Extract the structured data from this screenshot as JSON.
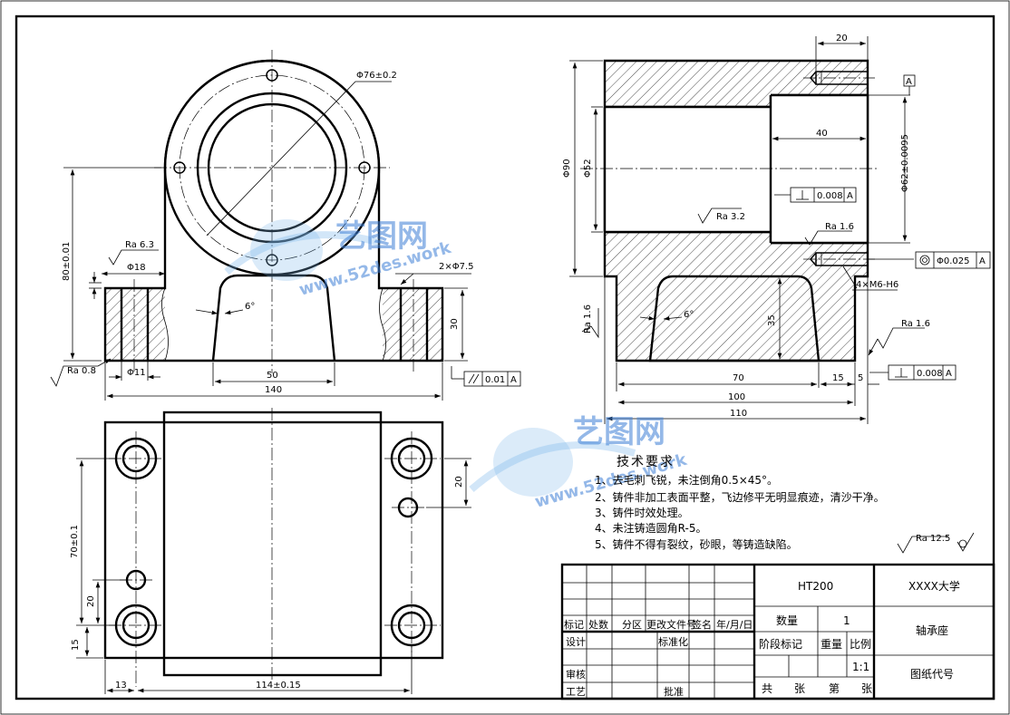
{
  "dimensions": {
    "flange_pcd": "Φ76±0.2",
    "height_80": "80±0.01",
    "ra_63": "Ra 6.3",
    "dia_18": "Φ18",
    "holes_2x75": "2×Φ7.5",
    "ra_08": "Ra 0.8",
    "dia_11": "Φ11",
    "angle_left": "6°",
    "dim_50": "50",
    "dim_140": "140",
    "dim_30": "30",
    "parallel_tol": "0.01",
    "datum_a": "A",
    "dim_20_top": "20",
    "dim_40": "40",
    "dia_90": "Φ90",
    "dia_52": "Φ52",
    "dia_62": "Φ62±0.0095",
    "perp_tol_1": "0.008",
    "ra_32": "Ra 3.2",
    "ra_16_a": "Ra 1.6",
    "ra_16_b": "Ra 1.6",
    "ra_16_c": "Ra 1.6",
    "coax_tol": "Φ0.025",
    "thread": "4×M6-H6",
    "angle_right": "6°",
    "dim_35": "35",
    "dim_70": "70",
    "dim_15": "15",
    "dim_5": "5",
    "perp_tol_2": "0.008",
    "dim_100": "100",
    "dim_110": "110",
    "dim_20_side": "20",
    "dim_70_01": "70±0.1",
    "dim_20_left": "20",
    "dim_15_left": "15",
    "dim_13": "13",
    "dim_114": "114±0.15"
  },
  "tech_requirements": {
    "title": "技术要求",
    "items": [
      "1、去毛刺飞锐，未注倒角0.5×45°。",
      "2、铸件非加工表面平整，飞边修平无明显痕迹，清沙干净。",
      "3、铸件时效处理。",
      "4、未注铸造圆角R-5。",
      "5、铸件不得有裂纹，砂眼，等铸造缺陷。"
    ],
    "general_roughness": "Ra 12.5"
  },
  "title_block": {
    "material": "HT200",
    "school": "XXXX大学",
    "part_name": "轴承座",
    "drawing_code": "图纸代号",
    "qty_label": "数量",
    "qty_value": "1",
    "stage_label": "阶段标记",
    "weight_label": "重量",
    "scale_label": "比例",
    "scale_value": "1:1",
    "total_sheets": "共　　张",
    "sheet_no": "第　　张",
    "row_labels": [
      "标记",
      "处数",
      "分区",
      "更改文件号",
      "签名",
      "年/月/日"
    ],
    "design": "设计",
    "standardize": "标准化",
    "review": "审核",
    "process": "工艺",
    "approve": "批准"
  },
  "watermark": {
    "brand": "艺图网",
    "url": "www.52des.work"
  }
}
